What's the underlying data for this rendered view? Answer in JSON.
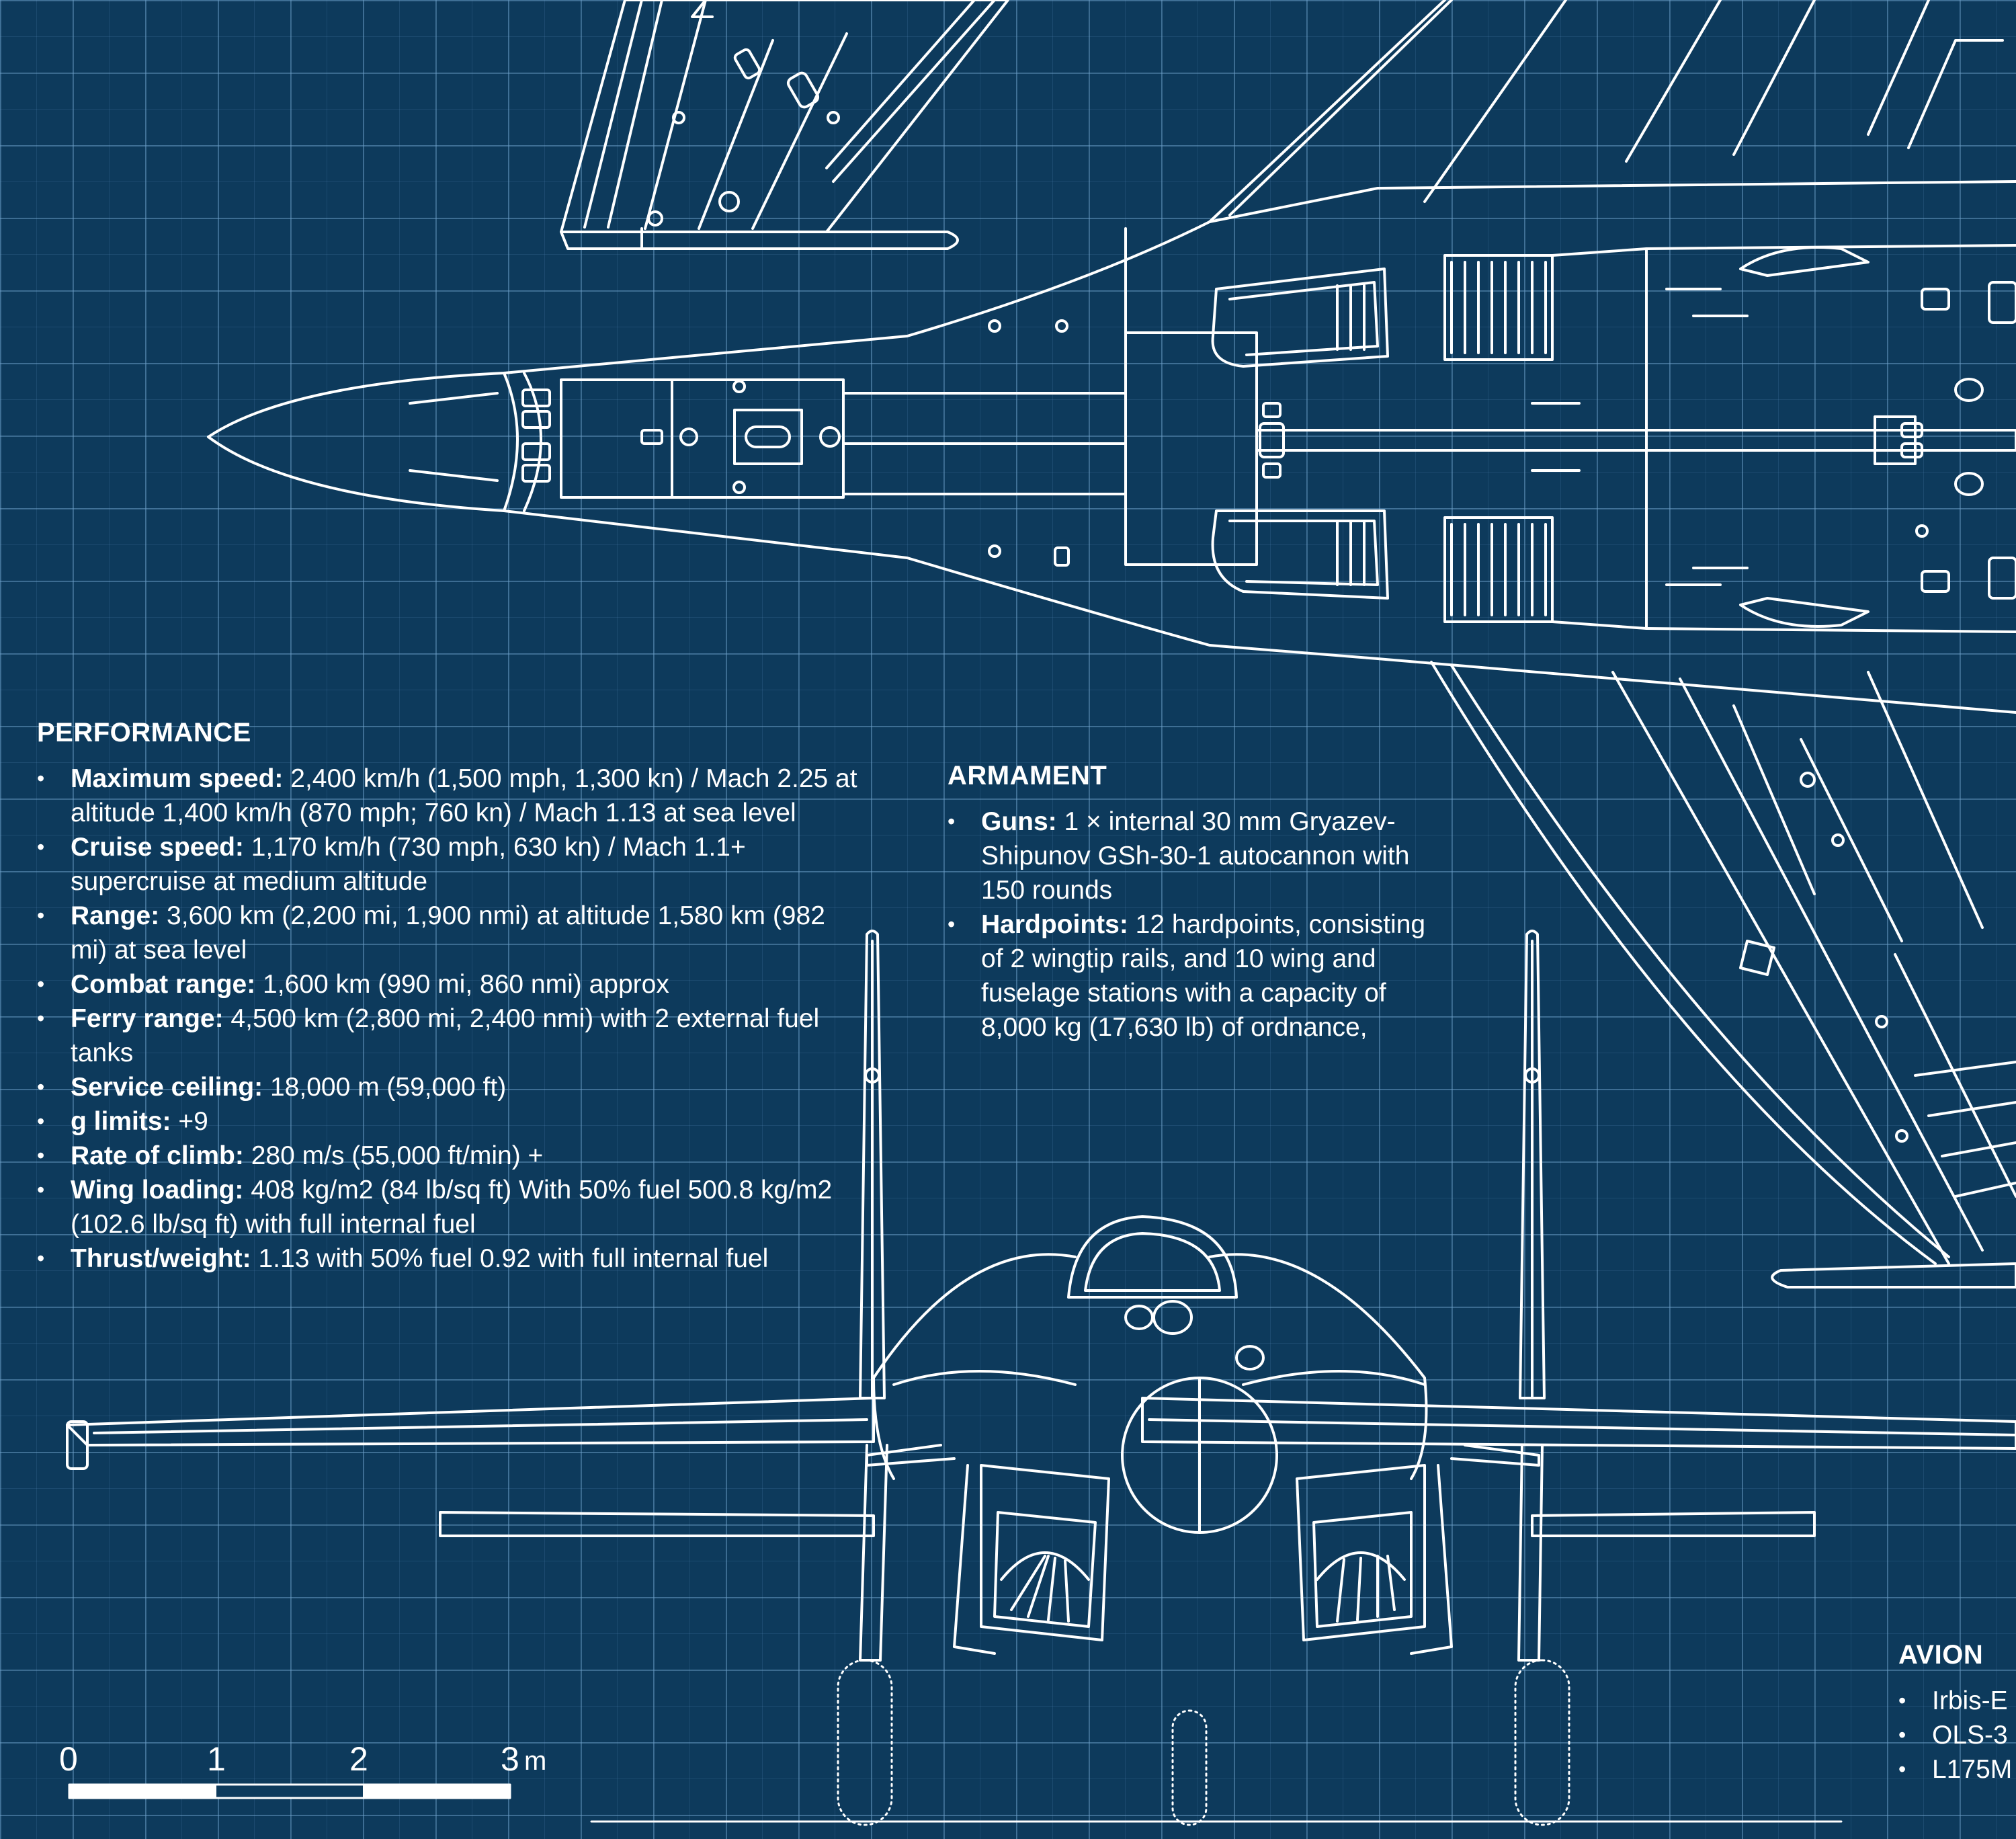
{
  "performance": {
    "heading": "PERFORMANCE",
    "items": [
      {
        "label": "Maximum speed:",
        "text": " 2,400 km/h (1,500 mph, 1,300 kn) / Mach 2.25 at altitude 1,400 km/h (870 mph; 760 kn) / Mach 1.13 at sea level"
      },
      {
        "label": "Cruise speed:",
        "text": " 1,170 km/h (730 mph, 630 kn) / Mach 1.1+ supercruise at medium altitude"
      },
      {
        "label": "Range:",
        "text": " 3,600 km (2,200 mi, 1,900 nmi) at altitude 1,580 km (982 mi) at sea level"
      },
      {
        "label": "Combat range:",
        "text": " 1,600 km (990 mi, 860 nmi) approx"
      },
      {
        "label": "Ferry range:",
        "text": " 4,500 km (2,800 mi, 2,400 nmi) with 2 external fuel tanks"
      },
      {
        "label": "Service ceiling:",
        "text": " 18,000 m (59,000 ft)"
      },
      {
        "label": "g limits:",
        "text": " +9"
      },
      {
        "label": "Rate of climb:",
        "text": " 280 m/s (55,000 ft/min) +"
      },
      {
        "label": "Wing loading:",
        "text": " 408 kg/m2 (84 lb/sq ft) With 50% fuel 500.8 kg/m2 (102.6 lb/sq ft) with full internal fuel"
      },
      {
        "label": "Thrust/weight:",
        "text": " 1.13 with 50% fuel 0.92 with full internal fuel"
      }
    ]
  },
  "armament": {
    "heading": "ARMAMENT",
    "items": [
      {
        "label": "Guns:",
        "text": " 1 × internal 30 mm Gryazev-Shipunov GSh-30-1 autocannon with 150 rounds"
      },
      {
        "label": "Hardpoints:",
        "text": " 12 hardpoints, consisting of 2 wingtip rails, and 10 wing and fuselage stations with a capacity of 8,000 kg (17,630 lb) of ordnance,"
      }
    ]
  },
  "avionics": {
    "heading": "AVION",
    "items": [
      "Irbis-E",
      "OLS-3",
      "L175M"
    ]
  },
  "scale": {
    "ticks": [
      "0",
      "1",
      "2",
      "3"
    ],
    "unit": "m"
  },
  "colors": {
    "background": "#0d3a5c",
    "lines": "#ffffff",
    "grid": "#6ea0c8"
  }
}
